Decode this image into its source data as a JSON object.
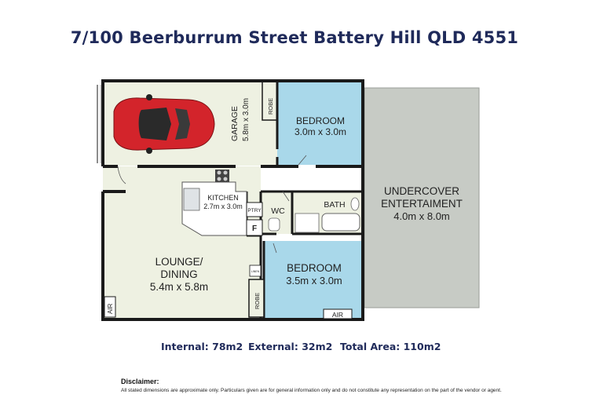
{
  "title": "7/100 Beerburrum Street Battery Hill QLD 4551",
  "rooms": {
    "garage": {
      "name": "GARAGE",
      "dims": "5.8m x 3.0m"
    },
    "robe_top": "ROBE",
    "bedroom1": {
      "name": "BEDROOM",
      "dims": "3.0m x 3.0m"
    },
    "kitchen": {
      "name": "KITCHEN",
      "dims": "2.7m x 3.0m"
    },
    "ptry": "PTRY",
    "wc": "WC",
    "bath": "BATH",
    "fridge": "F",
    "lounge": {
      "name_line1": "LOUNGE/",
      "name_line2": "DINING",
      "dims": "5.4m x 5.8m"
    },
    "bedroom2": {
      "name": "BEDROOM",
      "dims": "3.5m x 3.0m"
    },
    "robe_bottom": "ROBE",
    "air_left": "AIR",
    "air_bottom": "AIR",
    "linen": "LINEN",
    "undercover": {
      "name_line1": "UNDERCOVER",
      "name_line2": "ENTERTAIMENT",
      "dims": "4.0m x 8.0m"
    }
  },
  "areas": {
    "internal": "Internal: 78m2",
    "external": "External: 32m2",
    "total": "Total Area: 110m2"
  },
  "disclaimer": {
    "title": "Disclaimer:",
    "text": "All stated dimensions are approximate only. Particulars given are for general information only and do not constitute any representation on the part of the vendor or agent."
  },
  "colors": {
    "bedroom": "#a9d8ea",
    "floor": "#eef1e2",
    "undercover": "#c7cbc5",
    "wall": "#1a1a1a",
    "title": "#1f2a5a"
  }
}
